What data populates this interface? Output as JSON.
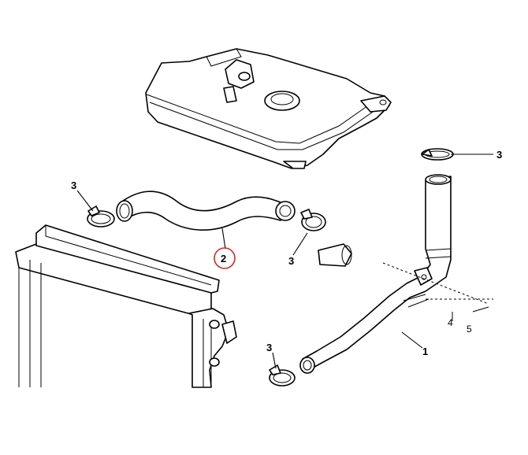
{
  "callouts": {
    "hose_lower": "1",
    "hose_upper": "2",
    "clamp_a": "3",
    "clamp_b": "3",
    "clamp_c": "3",
    "clamp_d": "3",
    "ref_4": "4",
    "ref_5": "5"
  },
  "highlight": {
    "part": "2",
    "color": "#d62828"
  }
}
